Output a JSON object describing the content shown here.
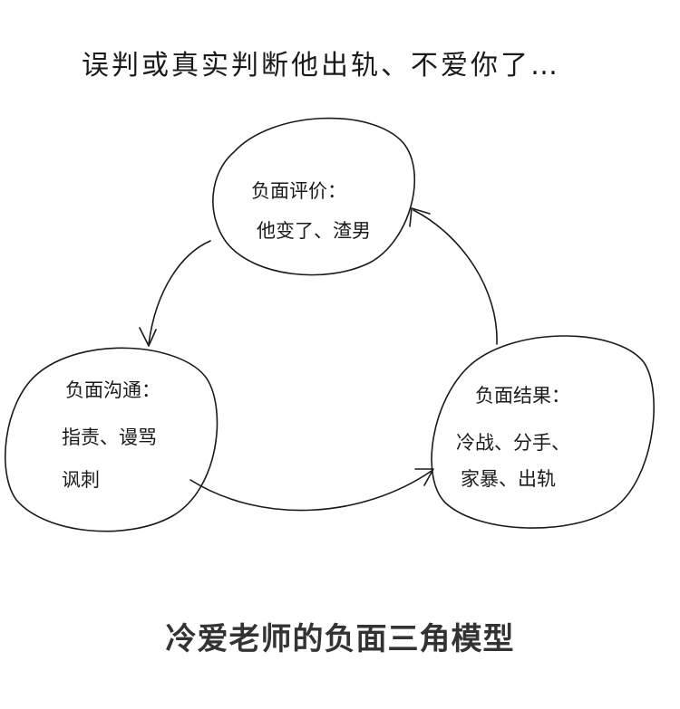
{
  "header_note": "误判或真实判断他出轨、不爱你了…",
  "nodes": {
    "top": {
      "title": "负面评价：",
      "line1": "他变了、渣男"
    },
    "left": {
      "title": "负面沟通：",
      "line1": "指责、谩骂",
      "line2": "讽刺"
    },
    "right": {
      "title": "负面结果：",
      "line1": "冷战、分手、",
      "line2": "家暴、出轨"
    }
  },
  "caption": "冷爱老师的负面三角模型",
  "colors": {
    "ink": "#1a1a1a",
    "caption": "#333333",
    "background": "#ffffff"
  }
}
